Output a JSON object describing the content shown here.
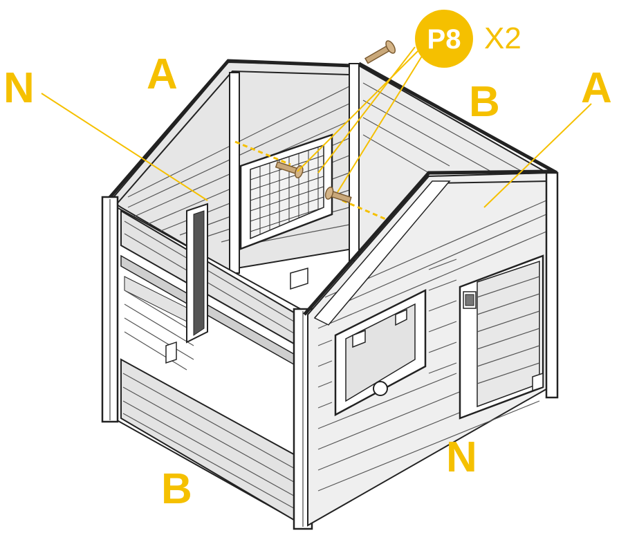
{
  "colors": {
    "accent": "#F5C000",
    "outline": "#222222",
    "plank_fill": "#d9d9d9",
    "dark": "#555555",
    "screw": "#c9a87a"
  },
  "labels": {
    "part_n_left": "N",
    "part_a_left": "A",
    "part_b_back": "B",
    "part_a_right": "A",
    "part_n_front": "N",
    "part_b_front": "B"
  },
  "callout": {
    "part_code": "P8",
    "quantity": "X2",
    "icon": "screw-icon"
  }
}
